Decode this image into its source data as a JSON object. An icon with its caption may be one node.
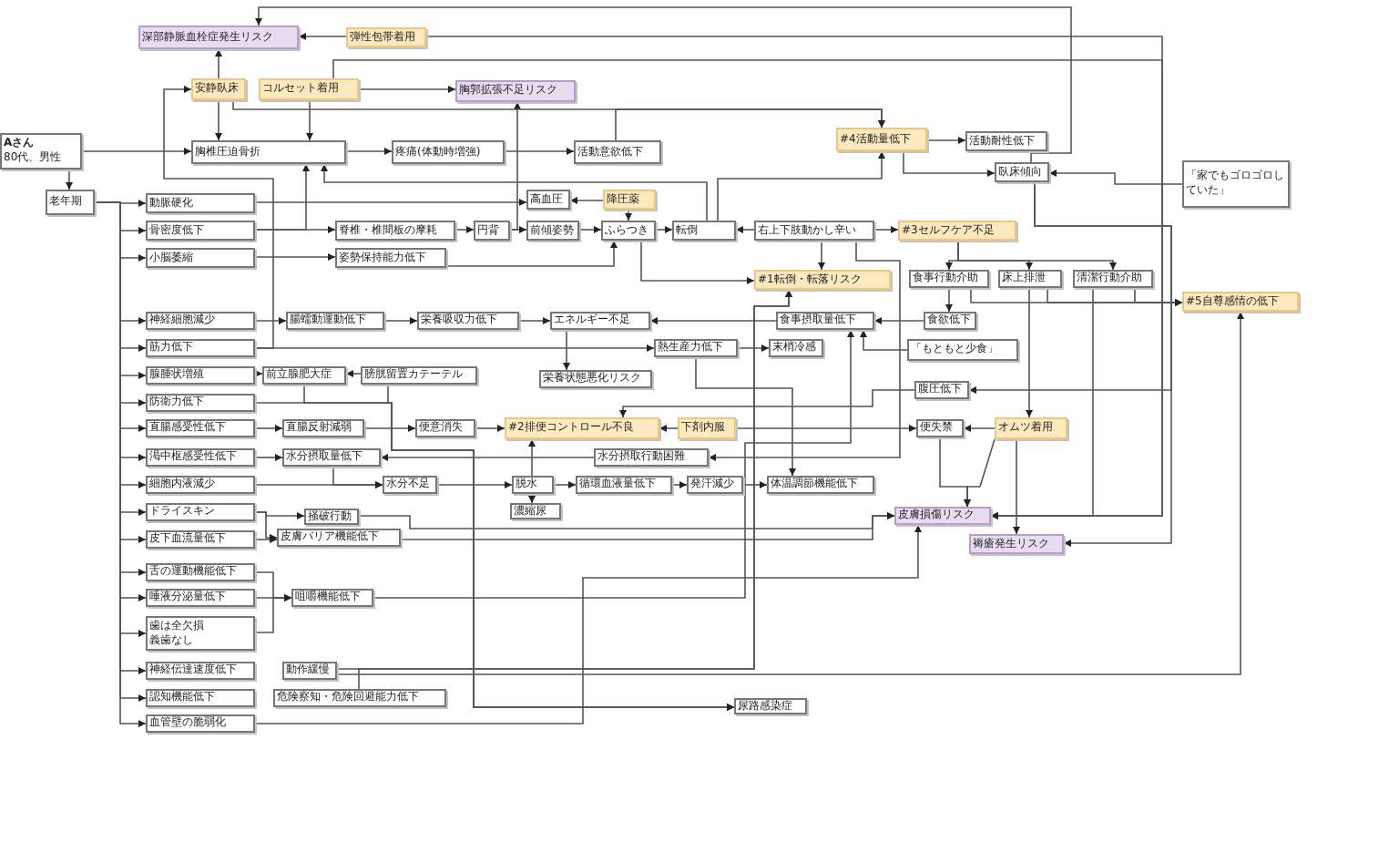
{
  "diagram": {
    "nodes": [
      {
        "text": [
          "深部静脈血栓症発生リスク"
        ]
      },
      {
        "text": [
          "弾性包帯着用"
        ]
      },
      {
        "text": [
          "安静臥床"
        ]
      },
      {
        "text": [
          "コルセット着用"
        ]
      },
      {
        "text": [
          "胸郭拡張不足リスク"
        ]
      },
      {
        "text": [
          "Aさん",
          "80代、男性"
        ]
      },
      {
        "text": [
          "胸椎圧迫骨折"
        ]
      },
      {
        "text": [
          "疼痛(体動時増強)"
        ]
      },
      {
        "text": [
          "活動意欲低下"
        ]
      },
      {
        "text": [
          "老年期"
        ]
      },
      {
        "text": [
          "動脈硬化"
        ]
      },
      {
        "text": [
          "高血圧"
        ]
      },
      {
        "text": [
          "降圧薬"
        ]
      },
      {
        "text": [
          "骨密度低下"
        ]
      },
      {
        "text": [
          "脊椎・椎間板の摩耗"
        ]
      },
      {
        "text": [
          "円背"
        ]
      },
      {
        "text": [
          "前傾姿勢"
        ]
      },
      {
        "text": [
          "ふらつき"
        ]
      },
      {
        "text": [
          "転倒"
        ]
      },
      {
        "text": [
          "右上下肢動かし辛い"
        ]
      },
      {
        "text": [
          "#3セルフケア不足"
        ]
      },
      {
        "text": [
          "小脳萎縮"
        ]
      },
      {
        "text": [
          "姿勢保持能力低下"
        ]
      },
      {
        "text": [
          "#4活動量低下"
        ]
      },
      {
        "text": [
          "活動耐性低下"
        ]
      },
      {
        "text": [
          "臥床傾向"
        ]
      },
      {
        "text": [
          "「家でもゴロゴロしていた」"
        ]
      },
      {
        "text": [
          "#1転倒・転落リスク"
        ]
      },
      {
        "text": [
          "食事行動介助"
        ]
      },
      {
        "text": [
          "床上排泄"
        ]
      },
      {
        "text": [
          "清潔行動介助"
        ]
      },
      {
        "text": [
          "#5自尊感情の低下"
        ]
      },
      {
        "text": [
          "神経細胞減少"
        ]
      },
      {
        "text": [
          "腸蠕動運動低下"
        ]
      },
      {
        "text": [
          "栄養吸収力低下"
        ]
      },
      {
        "text": [
          "エネルギー不足"
        ]
      },
      {
        "text": [
          "筋力低下"
        ]
      },
      {
        "text": [
          "熱生産力低下"
        ]
      },
      {
        "text": [
          "末梢冷感"
        ]
      },
      {
        "text": [
          "食事摂取量低下"
        ]
      },
      {
        "text": [
          "食欲低下"
        ]
      },
      {
        "text": [
          "「もともと少食」"
        ]
      },
      {
        "text": [
          "腺腫状増殖"
        ]
      },
      {
        "text": [
          "前立腺肥大症"
        ]
      },
      {
        "text": [
          "膀胱留置カテーテル"
        ]
      },
      {
        "text": [
          "栄養状態悪化リスク"
        ]
      },
      {
        "text": [
          "腹圧低下"
        ]
      },
      {
        "text": [
          "防衛力低下"
        ]
      },
      {
        "text": [
          "直腸感受性低下"
        ]
      },
      {
        "text": [
          "直腸反射減弱"
        ]
      },
      {
        "text": [
          "便意消失"
        ]
      },
      {
        "text": [
          "#2排便コントロール不良"
        ]
      },
      {
        "text": [
          "下剤内服"
        ]
      },
      {
        "text": [
          "便失禁"
        ]
      },
      {
        "text": [
          "オムツ着用"
        ]
      },
      {
        "text": [
          "渇中枢感受性低下"
        ]
      },
      {
        "text": [
          "水分摂取量低下"
        ]
      },
      {
        "text": [
          "水分摂取行動困難"
        ]
      },
      {
        "text": [
          "細胞内液減少"
        ]
      },
      {
        "text": [
          "水分不足"
        ]
      },
      {
        "text": [
          "脱水"
        ]
      },
      {
        "text": [
          "循環血液量低下"
        ]
      },
      {
        "text": [
          "発汗減少"
        ]
      },
      {
        "text": [
          "体温調節機能低下"
        ]
      },
      {
        "text": [
          "濃縮尿"
        ]
      },
      {
        "text": [
          "ドライスキン"
        ]
      },
      {
        "text": [
          "掻破行動"
        ]
      },
      {
        "text": [
          "皮下血流量低下"
        ]
      },
      {
        "text": [
          "皮膚バリア機能低下"
        ]
      },
      {
        "text": [
          "皮膚損傷リスク"
        ]
      },
      {
        "text": [
          "褥瘡発生リスク"
        ]
      },
      {
        "text": [
          "舌の運動機能低下"
        ]
      },
      {
        "text": [
          "唾液分泌量低下"
        ]
      },
      {
        "text": [
          "歯は全欠損義歯なし"
        ]
      },
      {
        "text": [
          "咀嚼機能低下"
        ]
      },
      {
        "text": [
          "神経伝達速度低下"
        ]
      },
      {
        "text": [
          "動作緩慢"
        ]
      },
      {
        "text": [
          "認知機能低下"
        ]
      },
      {
        "text": [
          "危険察知・危険回避能力低下"
        ]
      },
      {
        "text": [
          "血管壁の脆弱化"
        ]
      },
      {
        "text": [
          "尿路感染症"
        ]
      }
    ],
    "edges": [
      {
        "from": 5,
        "to": 6,
        "arrow": "to"
      },
      {
        "from": 5,
        "to": 9,
        "arrow": "to"
      },
      {
        "from": 9,
        "to": 10,
        "arrow": "to"
      },
      {
        "from": 9,
        "to": 13,
        "arrow": "to"
      },
      {
        "from": 9,
        "to": 21,
        "arrow": "to"
      },
      {
        "from": 9,
        "to": 32,
        "arrow": "to"
      },
      {
        "from": 9,
        "to": 36,
        "arrow": "to"
      },
      {
        "from": 9,
        "to": 42,
        "arrow": "to"
      },
      {
        "from": 9,
        "to": 47,
        "arrow": "to"
      },
      {
        "from": 9,
        "to": 48,
        "arrow": "to"
      },
      {
        "from": 9,
        "to": 55,
        "arrow": "to"
      },
      {
        "from": 9,
        "to": 58,
        "arrow": "to"
      },
      {
        "from": 9,
        "to": 65,
        "arrow": "to"
      },
      {
        "from": 9,
        "to": 67,
        "arrow": "to"
      },
      {
        "from": 9,
        "to": 71,
        "arrow": "to"
      },
      {
        "from": 9,
        "to": 72,
        "arrow": "to"
      },
      {
        "from": 9,
        "to": 73,
        "arrow": "to"
      },
      {
        "from": 9,
        "to": 75,
        "arrow": "to"
      },
      {
        "from": 9,
        "to": 77,
        "arrow": "to"
      },
      {
        "from": 9,
        "to": 79,
        "arrow": "to"
      },
      {
        "from": 2,
        "to": 0,
        "arrow": "to"
      },
      {
        "from": 2,
        "to": 6,
        "arrow": "to"
      },
      {
        "from": 1,
        "to": 0,
        "arrow": "to"
      },
      {
        "from": 3,
        "to": 6,
        "arrow": "to"
      },
      {
        "from": 3,
        "to": 4,
        "arrow": "to"
      },
      {
        "from": 25,
        "to": 0,
        "arrow": "to"
      },
      {
        "from": 1,
        "to": 69,
        "arrow": "to"
      },
      {
        "from": 3,
        "to": 69,
        "arrow": "to"
      },
      {
        "from": 15,
        "to": 4,
        "arrow": "to"
      },
      {
        "from": 15,
        "to": 16,
        "arrow": "to"
      },
      {
        "from": 2,
        "to": 23,
        "arrow": "to"
      },
      {
        "from": 8,
        "to": 23,
        "arrow": "to"
      },
      {
        "from": 6,
        "to": 7,
        "arrow": "to"
      },
      {
        "from": 7,
        "to": 8,
        "arrow": "to"
      },
      {
        "from": 18,
        "to": 6,
        "arrow": "to"
      },
      {
        "from": 18,
        "to": 23,
        "arrow": "to"
      },
      {
        "from": 23,
        "to": 24,
        "arrow": "to"
      },
      {
        "from": 23,
        "to": 25,
        "arrow": "to"
      },
      {
        "from": 26,
        "to": 25,
        "arrow": "to"
      },
      {
        "from": 25,
        "to": 70,
        "arrow": "to"
      },
      {
        "from": 20,
        "to": 28,
        "arrow": "to"
      },
      {
        "from": 20,
        "to": 29,
        "arrow": "to"
      },
      {
        "from": 20,
        "to": 30,
        "arrow": "to"
      },
      {
        "from": 19,
        "to": 18,
        "arrow": "to"
      },
      {
        "from": 19,
        "to": 20,
        "arrow": "to"
      },
      {
        "from": 19,
        "to": 27,
        "arrow": "to"
      },
      {
        "from": 16,
        "to": 17,
        "arrow": "to"
      },
      {
        "from": 17,
        "to": 18,
        "arrow": "to"
      },
      {
        "from": 12,
        "to": 11,
        "arrow": "to"
      },
      {
        "from": 10,
        "to": 11,
        "arrow": "to"
      },
      {
        "from": 13,
        "to": 14,
        "arrow": "to"
      },
      {
        "from": 13,
        "to": 6,
        "arrow": "to"
      },
      {
        "from": 14,
        "to": 15,
        "arrow": "to"
      },
      {
        "from": 21,
        "to": 22,
        "arrow": "to"
      },
      {
        "from": 22,
        "to": 17,
        "arrow": "to"
      },
      {
        "from": 12,
        "to": 17,
        "arrow": "to"
      },
      {
        "from": 17,
        "to": 27,
        "arrow": "to"
      },
      {
        "from": 32,
        "to": 33,
        "arrow": "to"
      },
      {
        "from": 33,
        "to": 34,
        "arrow": "to"
      },
      {
        "from": 34,
        "to": 35,
        "arrow": "to"
      },
      {
        "from": 35,
        "to": 45,
        "arrow": "to"
      },
      {
        "from": 39,
        "to": 35,
        "arrow": "to"
      },
      {
        "from": 40,
        "to": 39,
        "arrow": "to"
      },
      {
        "from": 41,
        "to": 39,
        "arrow": "to"
      },
      {
        "from": 28,
        "to": 40,
        "arrow": "to"
      },
      {
        "from": 28,
        "to": 31,
        "arrow": "to"
      },
      {
        "from": 29,
        "to": 31,
        "arrow": "to"
      },
      {
        "from": 30,
        "to": 31,
        "arrow": "to"
      },
      {
        "from": 29,
        "to": 54,
        "arrow": "to"
      },
      {
        "from": 54,
        "to": 53,
        "arrow": "to"
      },
      {
        "from": 53,
        "to": 69,
        "arrow": "to"
      },
      {
        "from": 54,
        "to": 69,
        "arrow": "to"
      },
      {
        "from": 54,
        "to": 70,
        "arrow": "to"
      },
      {
        "from": 52,
        "to": 53,
        "arrow": "to"
      },
      {
        "from": 52,
        "to": 51,
        "arrow": "to"
      },
      {
        "from": 50,
        "to": 51,
        "arrow": "to"
      },
      {
        "from": 48,
        "to": 49,
        "arrow": "to"
      },
      {
        "from": 49,
        "to": 50,
        "arrow": "to"
      },
      {
        "from": 37,
        "to": 38,
        "arrow": "to"
      },
      {
        "from": 37,
        "to": 63,
        "arrow": "to"
      },
      {
        "from": 62,
        "to": 63,
        "arrow": "to"
      },
      {
        "from": 61,
        "to": 62,
        "arrow": "to"
      },
      {
        "from": 60,
        "to": 61,
        "arrow": "to"
      },
      {
        "from": 60,
        "to": 64,
        "arrow": "to"
      },
      {
        "from": 60,
        "to": 51,
        "arrow": "to"
      },
      {
        "from": 59,
        "to": 60,
        "arrow": "to"
      },
      {
        "from": 58,
        "to": 59,
        "arrow": "to"
      },
      {
        "from": 56,
        "to": 59,
        "arrow": "to"
      },
      {
        "from": 55,
        "to": 56,
        "arrow": "to"
      },
      {
        "from": 57,
        "to": 56,
        "arrow": "to"
      },
      {
        "from": 25,
        "to": 46,
        "arrow": "to"
      },
      {
        "from": 46,
        "to": 51,
        "arrow": "to"
      },
      {
        "from": 19,
        "to": 57,
        "arrow": "to"
      },
      {
        "from": 42,
        "to": 43,
        "arrow": "to"
      },
      {
        "from": 44,
        "to": 43,
        "arrow": "to"
      },
      {
        "from": 47,
        "to": 80,
        "arrow": "to"
      },
      {
        "from": 43,
        "to": 80,
        "arrow": "to"
      },
      {
        "from": 44,
        "to": 80,
        "arrow": "to"
      },
      {
        "from": 65,
        "to": 66,
        "arrow": "to"
      },
      {
        "from": 65,
        "to": 68,
        "arrow": "to"
      },
      {
        "from": 67,
        "to": 68,
        "arrow": "to"
      },
      {
        "from": 66,
        "to": 69,
        "arrow": "to"
      },
      {
        "from": 68,
        "to": 69,
        "arrow": "to"
      },
      {
        "from": 71,
        "to": 74,
        "arrow": "to"
      },
      {
        "from": 72,
        "to": 74,
        "arrow": "to"
      },
      {
        "from": 73,
        "to": 74,
        "arrow": "to"
      },
      {
        "from": 74,
        "to": 39,
        "arrow": "to"
      },
      {
        "from": 79,
        "to": 69,
        "arrow": "to"
      },
      {
        "from": 76,
        "to": 27,
        "arrow": "to"
      },
      {
        "from": 78,
        "to": 27,
        "arrow": "to"
      },
      {
        "from": 76,
        "to": 31,
        "arrow": "to"
      },
      {
        "from": 36,
        "to": 37,
        "arrow": "to"
      },
      {
        "from": 36,
        "to": 2,
        "arrow": "to"
      },
      {
        "from": 30,
        "to": 69,
        "arrow": "to"
      }
    ]
  }
}
